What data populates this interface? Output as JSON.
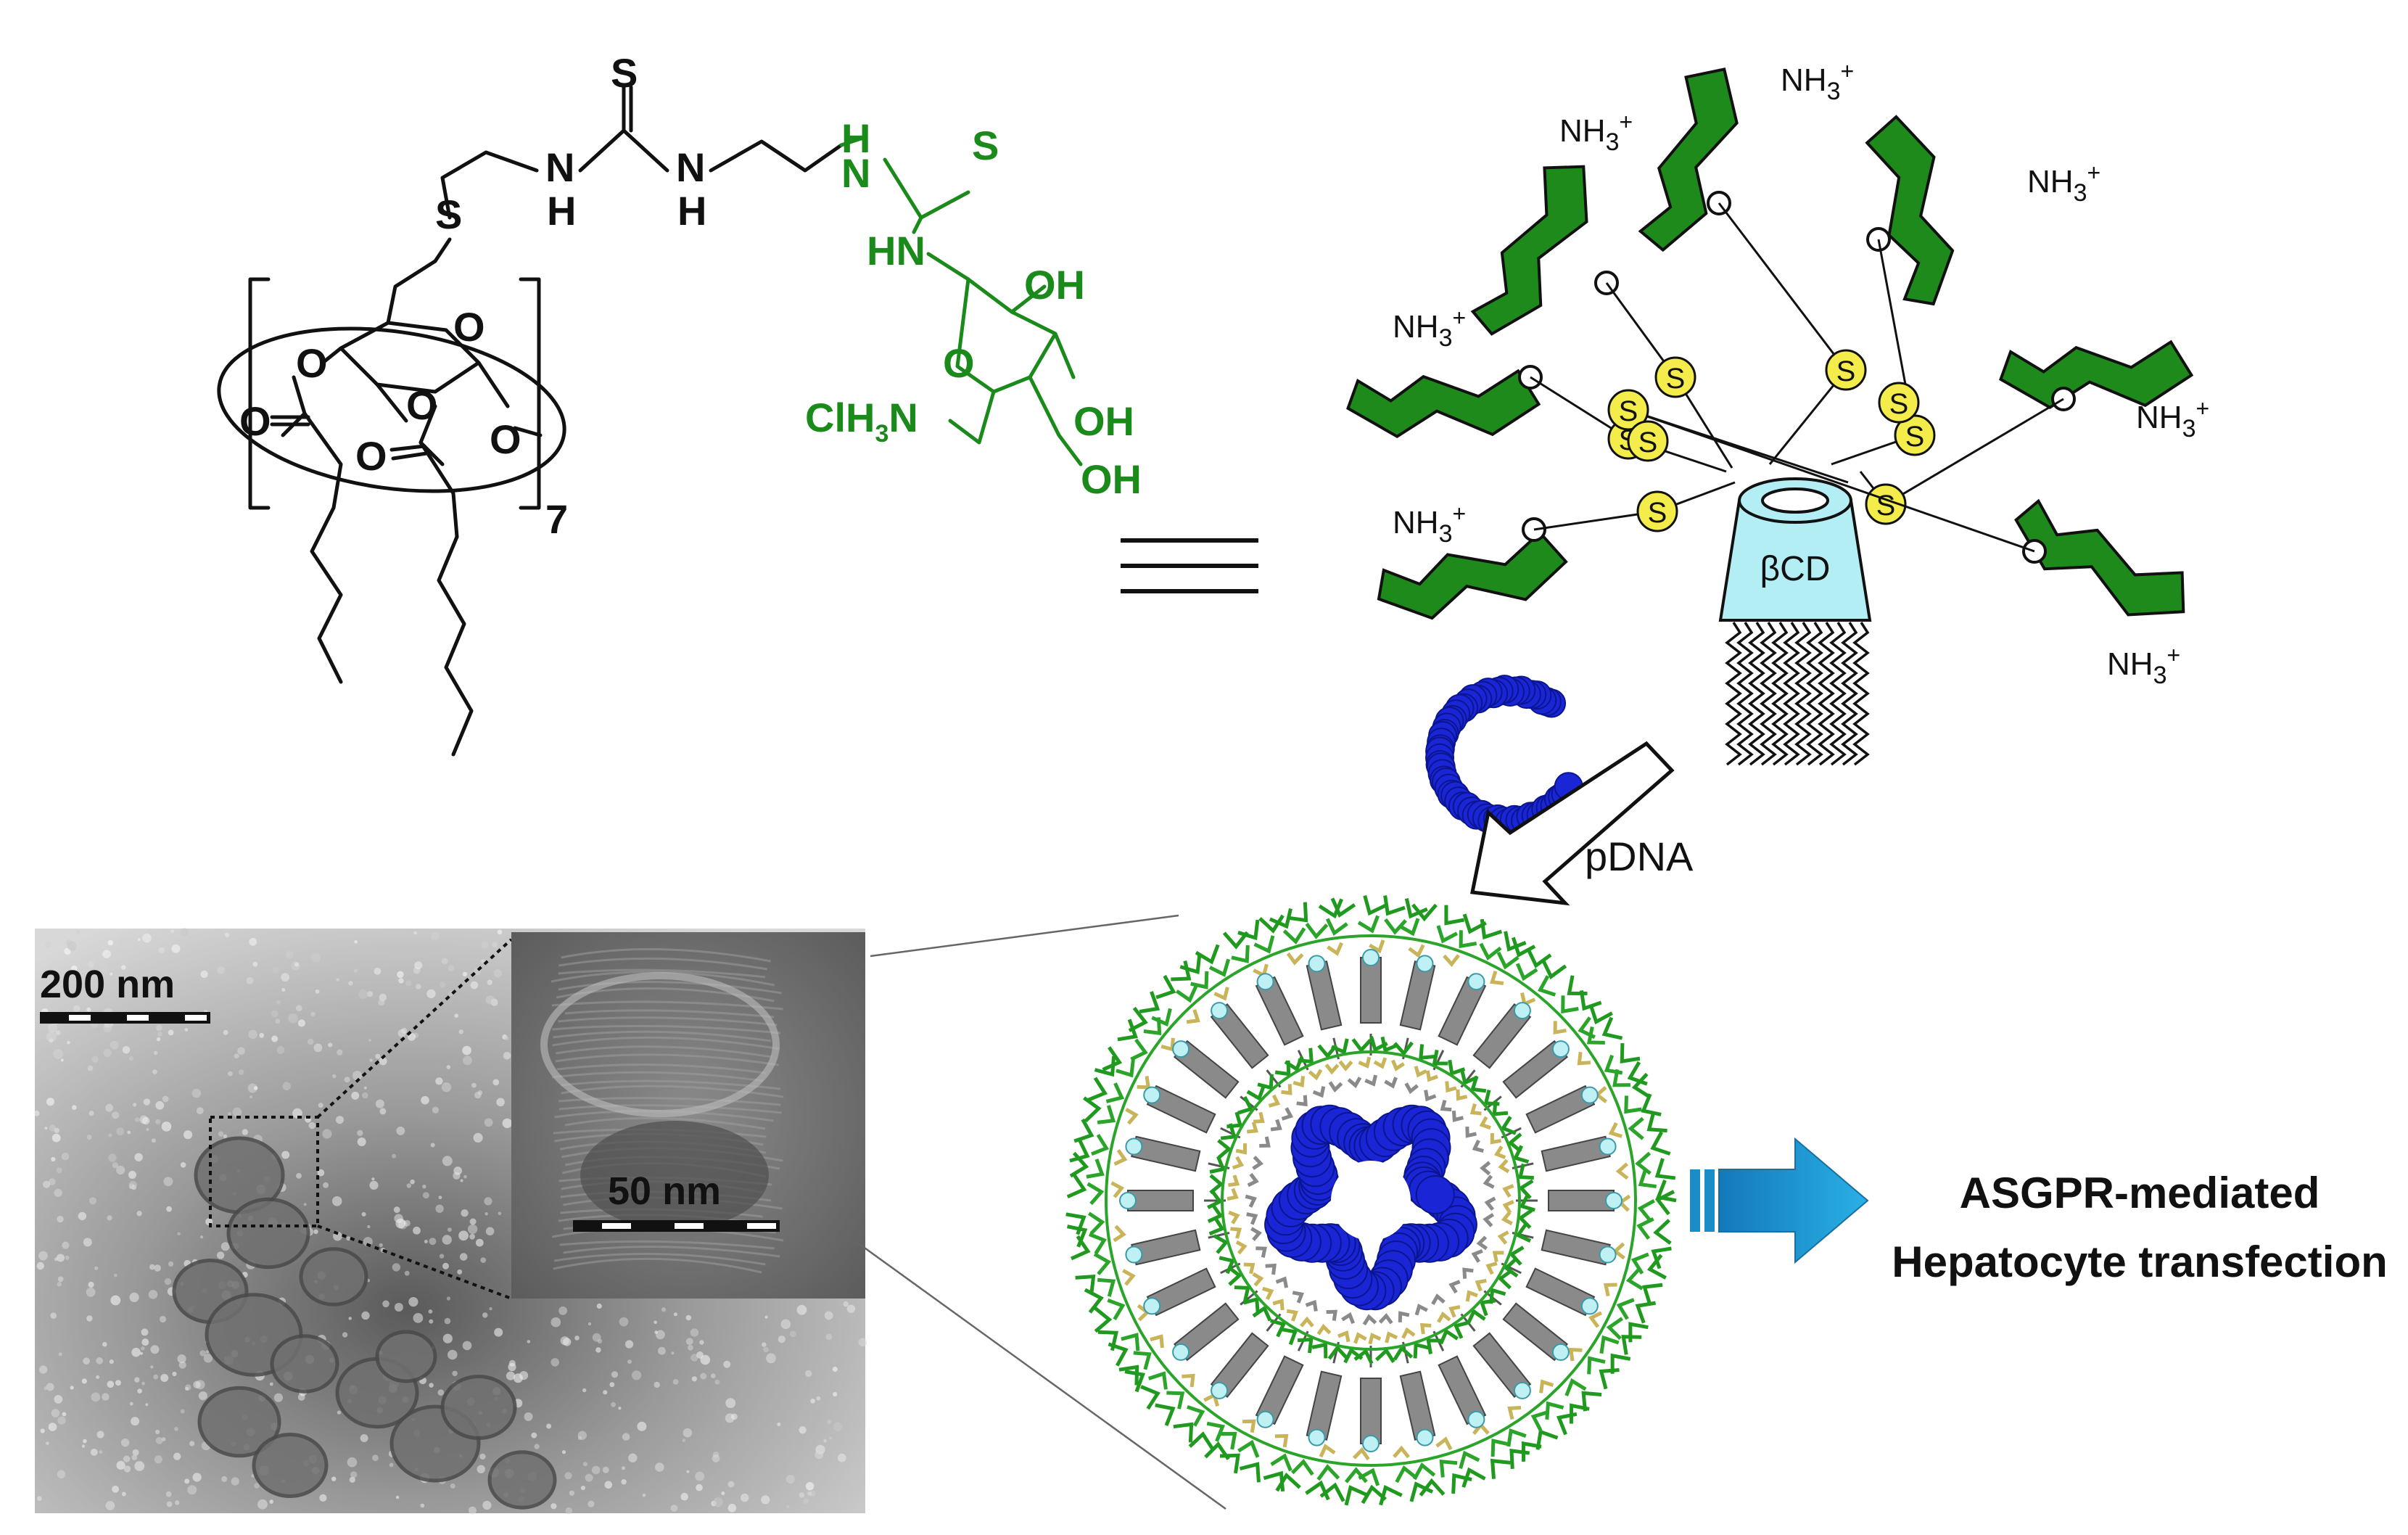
{
  "colors": {
    "sugar_green": "#1f8a1c",
    "sulfur_yellow": "#f3ec4a",
    "cd_cyan": "#b3eef4",
    "dna_blue": "#1a26d6",
    "arrow_blue": "#1a97d2"
  },
  "structure": {
    "s_top": "S",
    "nh_1": "N",
    "nh_1h": "H",
    "nh_2": "N",
    "nh_2h": "H",
    "thioether_s": "S",
    "ring_o": "O",
    "ester_o1": "O",
    "ester_o2": "O",
    "carbonyl_o1": "O",
    "carbonyl_o2": "O",
    "glyco_o": "O",
    "repeat": "7",
    "g_h": "H",
    "g_n": "N",
    "g_s": "S",
    "g_hn": "HN",
    "g_oh1": "OH",
    "g_o": "O",
    "g_clh3n_a": "ClH",
    "g_clh3n_b": "3",
    "g_clh3n_c": "N",
    "g_oh2": "OH",
    "g_oh3": "OH"
  },
  "cartoon": {
    "cd_label": "βCD",
    "sulfur": "S",
    "nh3_base": "NH",
    "nh3_sub": "3",
    "nh3_sup": "+"
  },
  "pdna_label": "pDNA",
  "tem": {
    "scale_main": "200 nm",
    "scale_inset": "50 nm"
  },
  "outcome": {
    "line1": "ASGPR-mediated",
    "line2": "Hepatocyte transfection"
  }
}
